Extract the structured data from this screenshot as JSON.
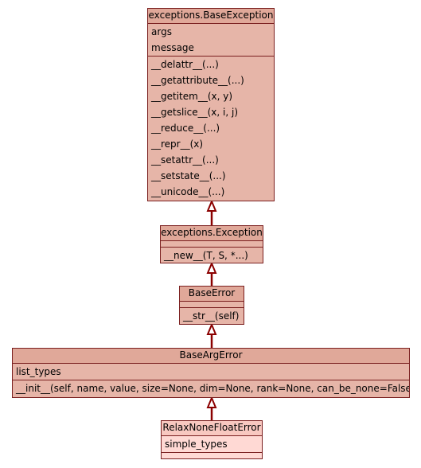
{
  "classes": {
    "base_exception": {
      "name": "exceptions.BaseException",
      "attributes": [
        "args",
        "message"
      ],
      "methods": [
        "__delattr__(...)",
        "__getattribute__(...)",
        "__getitem__(x, y)",
        "__getslice__(x, i, j)",
        "__reduce__(...)",
        "__repr__(x)",
        "__setattr__(...)",
        "__setstate__(...)",
        "__unicode__(...)"
      ]
    },
    "exception": {
      "name": "exceptions.Exception",
      "attributes": [],
      "methods": [
        "__new__(T, S, *...)"
      ]
    },
    "base_error": {
      "name": "BaseError",
      "attributes": [],
      "methods": [
        "__str__(self)"
      ]
    },
    "base_arg_error": {
      "name": "BaseArgError",
      "attributes": [
        "list_types"
      ],
      "methods": [
        "__init__(self, name, value, size=None, dim=None, rank=None, can_be_none=False)"
      ]
    },
    "relax_none_float_error": {
      "name": "RelaxNoneFloatError",
      "attributes": [
        "simple_types"
      ],
      "methods": []
    }
  },
  "colors": {
    "border": "#7a1f1f",
    "fill": "#e6b5a8",
    "fill_light": "#ffd9d4",
    "arrow": "#8b0000"
  }
}
